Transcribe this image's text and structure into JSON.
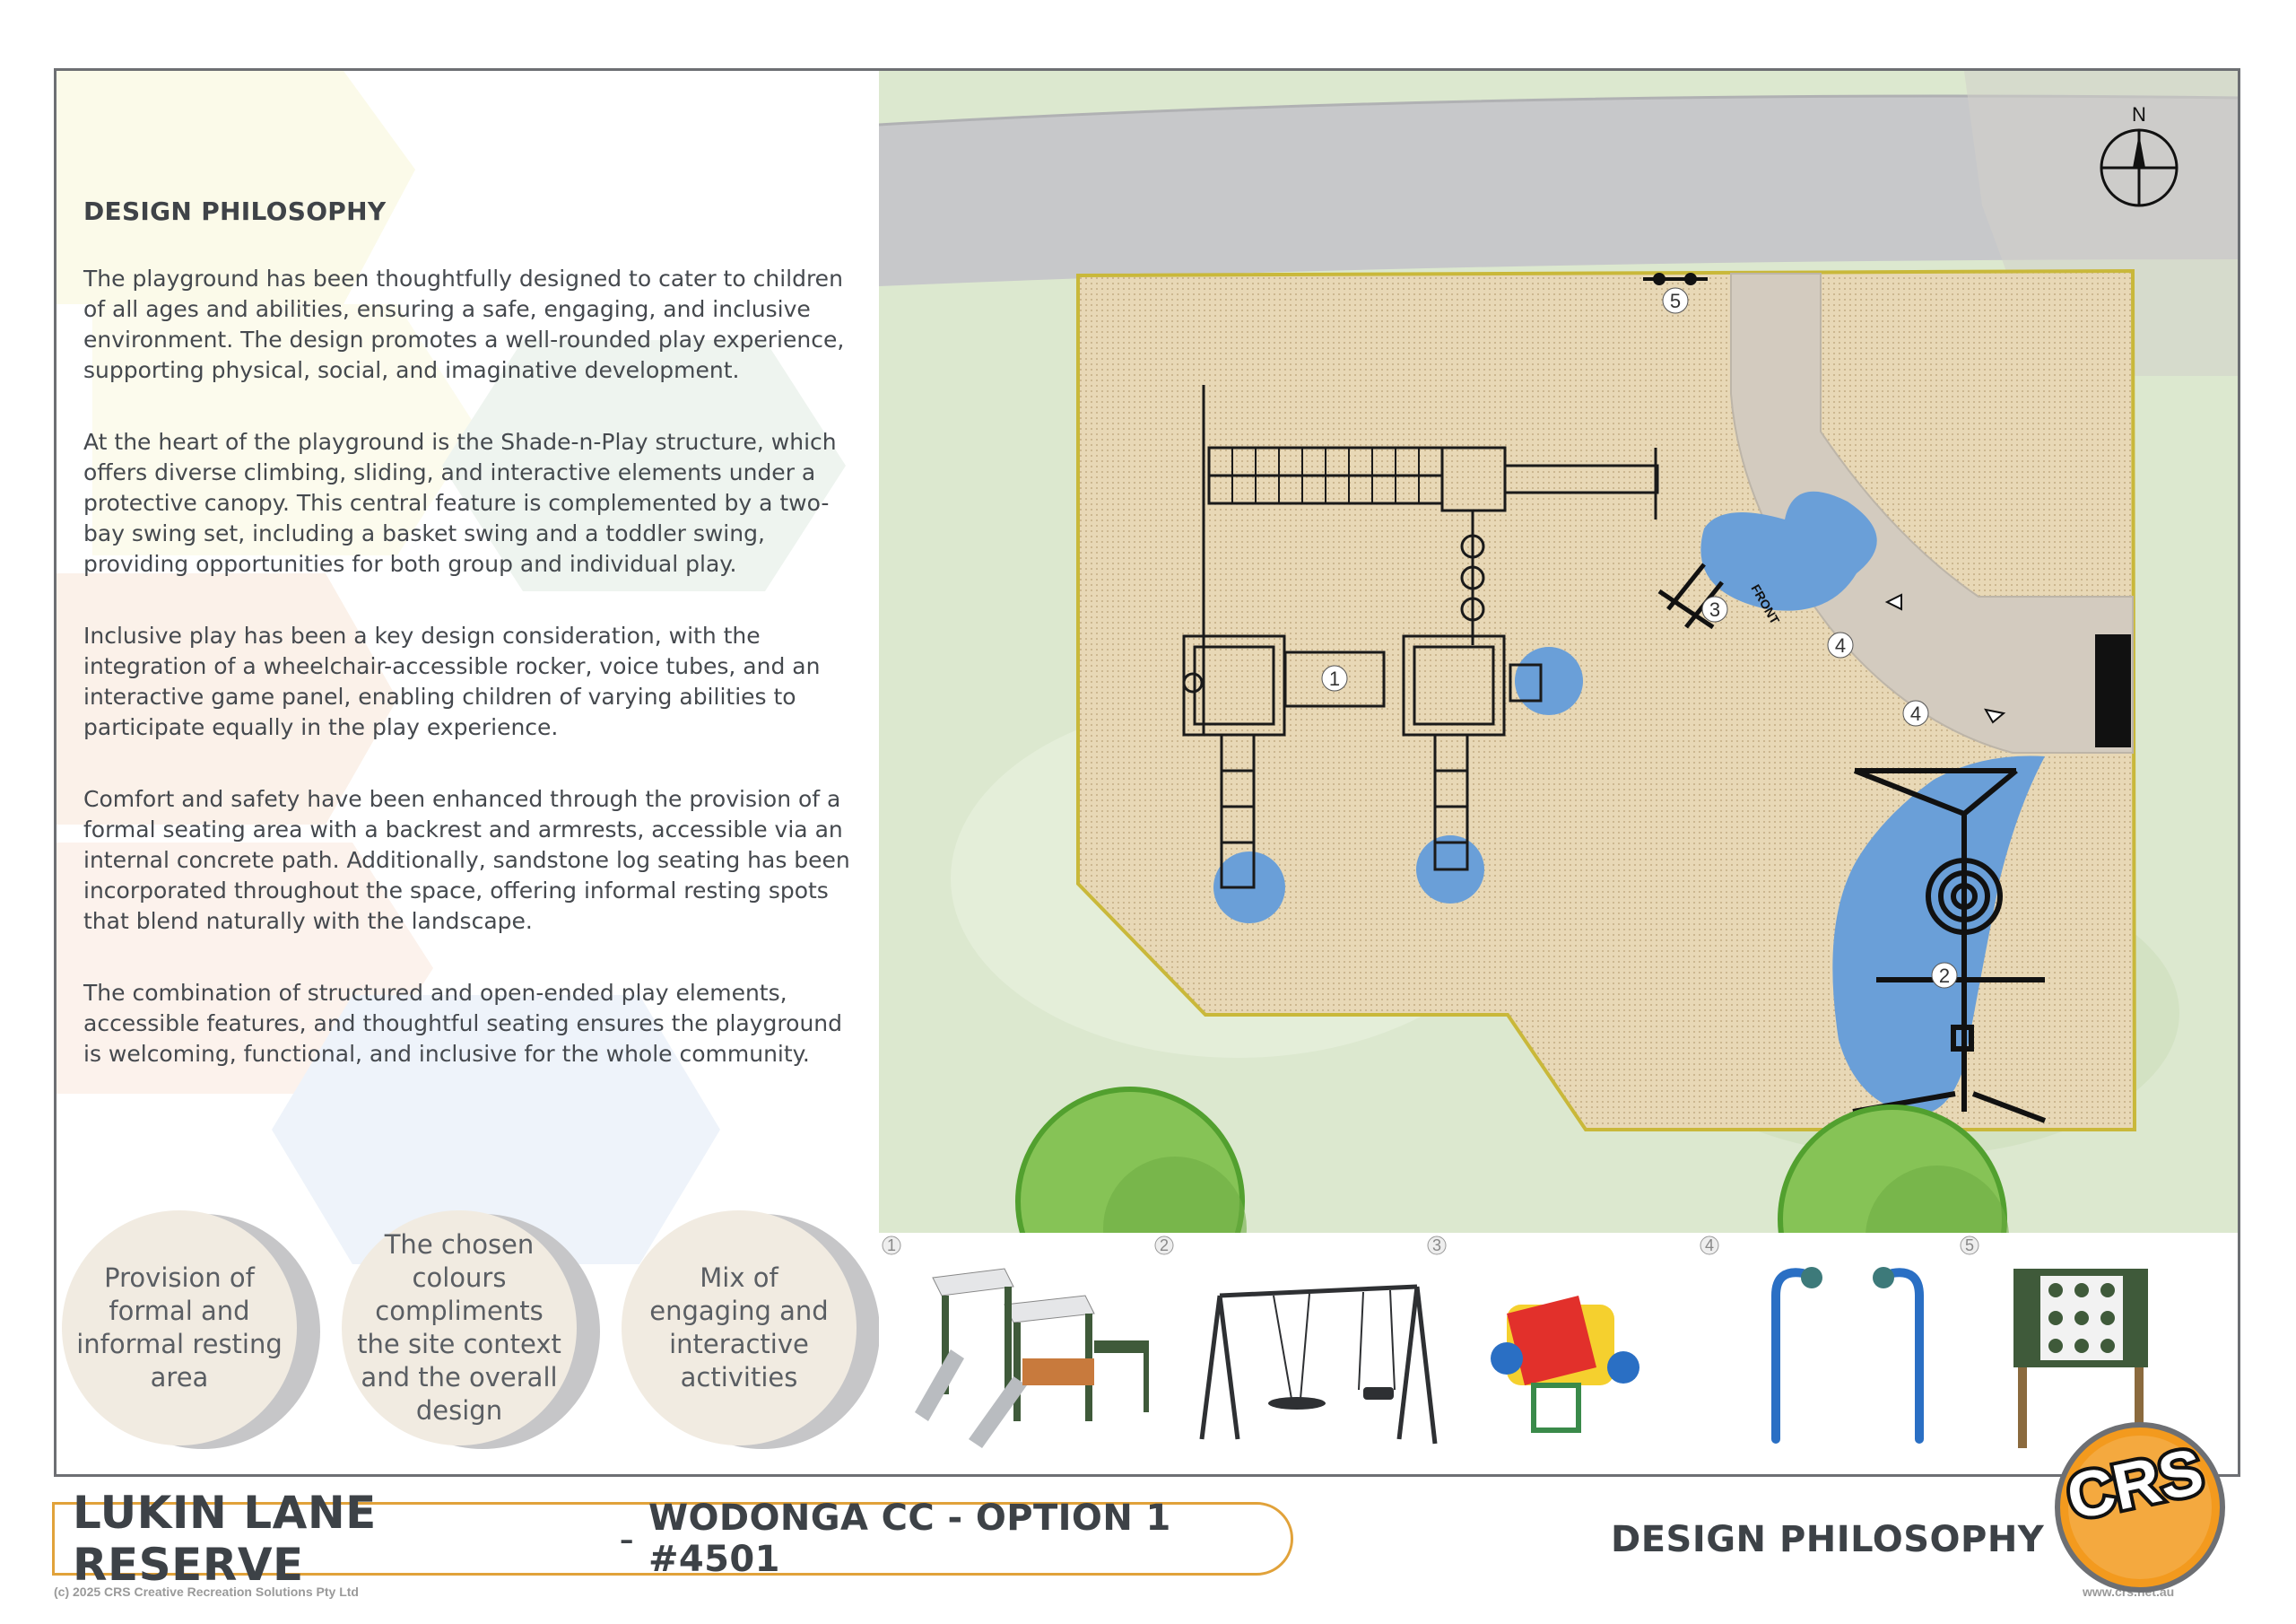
{
  "design_text": {
    "heading": "DESIGN PHILOSOPHY",
    "paragraphs": [
      "The playground has been thoughtfully designed to cater to children of all ages and abilities, ensuring a safe, engaging, and inclusive environment. The design promotes a well-rounded play experience, supporting physical, social, and imaginative development.",
      "At the heart of the playground is the Shade-n-Play structure, which offers diverse climbing, sliding, and interactive elements under a protective canopy. This central feature is complemented by a two-bay swing set, including a basket swing and a toddler swing, providing opportunities for both group and individual play.",
      "Inclusive play has been a key design consideration, with the integration of a wheelchair-accessible rocker, voice tubes, and an interactive game panel, enabling children of varying abilities to participate equally in the play experience.",
      "Comfort and safety have been enhanced through the provision of a formal seating area with a backrest and armrests, accessible via an internal concrete path. Additionally, sandstone log seating has been incorporated throughout the space, offering informal resting spots that blend naturally with the landscape.",
      "The combination of structured and open-ended play elements, accessible features, and thoughtful seating ensures the playground is welcoming, functional, and inclusive for the whole community."
    ]
  },
  "highlights": [
    "Provision of formal and informal resting area",
    "The chosen colours compliments the site context and the overall design",
    "Mix of engaging and interactive activities"
  ],
  "plan": {
    "north_label": "N",
    "front_label": "FRONT",
    "markers": [
      "1",
      "2",
      "3",
      "4",
      "4",
      "5"
    ]
  },
  "equipment": [
    {
      "number": "1",
      "icon": "shade-n-play-structure-icon"
    },
    {
      "number": "2",
      "icon": "two-bay-swing-set-icon"
    },
    {
      "number": "3",
      "icon": "accessible-rocker-icon"
    },
    {
      "number": "4",
      "icon": "voice-tubes-icon"
    },
    {
      "number": "5",
      "icon": "game-panel-icon"
    }
  ],
  "footer": {
    "title_main": "LUKIN LANE RESERVE",
    "title_dash": "-",
    "title_sub": "WODONGA CC - OPTION 1 #4501",
    "section_title": "DESIGN PHILOSOPHY",
    "copyright": "(c) 2025 CRS Creative Recreation Solutions Pty Ltd",
    "website": "www.crs.net.au",
    "logo_text": "CRS"
  },
  "colors": {
    "frame": "#6d6f73",
    "accent_orange": "#f39a1e",
    "softfall_blue": "#6a9fd8",
    "mulch": "#e6d6b4",
    "grass": "#d8e6c9",
    "road": "#c7c8ca",
    "path": "#d3cbbf",
    "text": "#45494e"
  }
}
